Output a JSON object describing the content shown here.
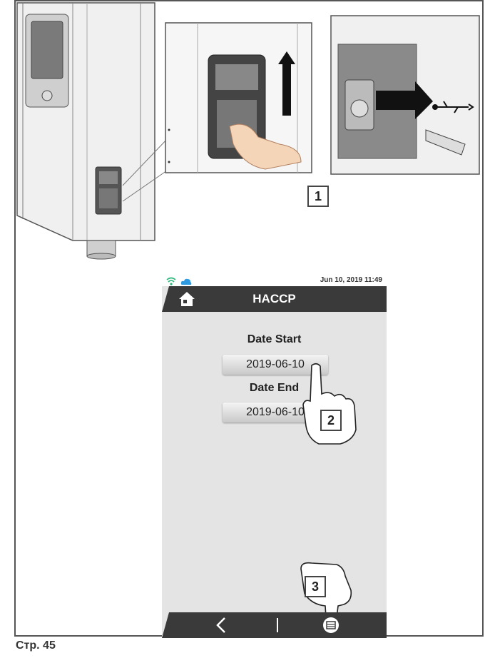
{
  "callouts": {
    "step1": "1",
    "step2": "2",
    "step3": "3"
  },
  "page_label": "Стр. 45",
  "screen": {
    "status_time": "Jun 10, 2019  11:49",
    "title": "HACCP",
    "date_start_label": "Date Start",
    "date_start_value": "2019-06-10",
    "date_end_label": "Date End",
    "date_end_value": "2019-06-10"
  },
  "icons": [
    "wifi-icon",
    "cloud-icon",
    "home-icon",
    "back-icon",
    "save-icon",
    "usb-icon",
    "arrow-up-icon",
    "arrow-right-icon"
  ],
  "colors": {
    "bar": "#3a3a3a",
    "screen_bg": "#e4e4e4",
    "cloud": "#2e9be0",
    "wifi": "#2bb57a"
  }
}
